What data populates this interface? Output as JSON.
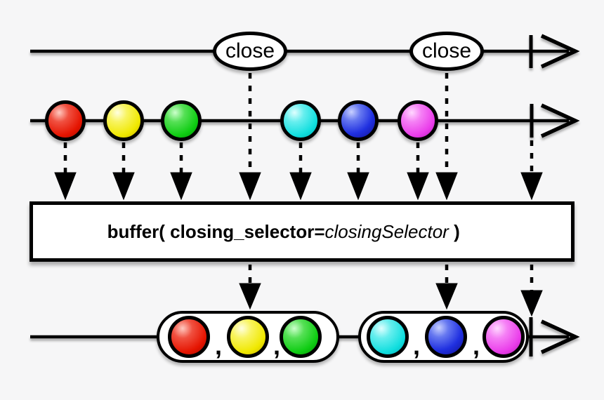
{
  "closings_timeline": {
    "description": "observable of buffer-closing events",
    "events": [
      {
        "label": "close"
      },
      {
        "label": "close"
      }
    ],
    "completed": true
  },
  "source_timeline": {
    "marbles": [
      {
        "name": "red",
        "color": "#e51400"
      },
      {
        "name": "yellow",
        "color": "#f0e800"
      },
      {
        "name": "green",
        "color": "#0ecc12"
      },
      {
        "name": "cyan",
        "color": "#10dede"
      },
      {
        "name": "blue",
        "color": "#2030e0"
      },
      {
        "name": "magenta",
        "color": "#ea3cea"
      }
    ],
    "completed": true
  },
  "operator": {
    "label_bold_prefix": "buffer( closing_selector=",
    "label_italic": "closingSelector",
    "label_bold_suffix": " )"
  },
  "output_timeline": {
    "separator": ",",
    "buffers": [
      {
        "items": [
          "red",
          "yellow",
          "green"
        ]
      },
      {
        "items": [
          "cyan",
          "blue",
          "magenta"
        ]
      }
    ],
    "completed": true
  },
  "colors": {
    "background": "#f6f6f7",
    "stroke": "#000000",
    "fill_white": "#ffffff"
  }
}
